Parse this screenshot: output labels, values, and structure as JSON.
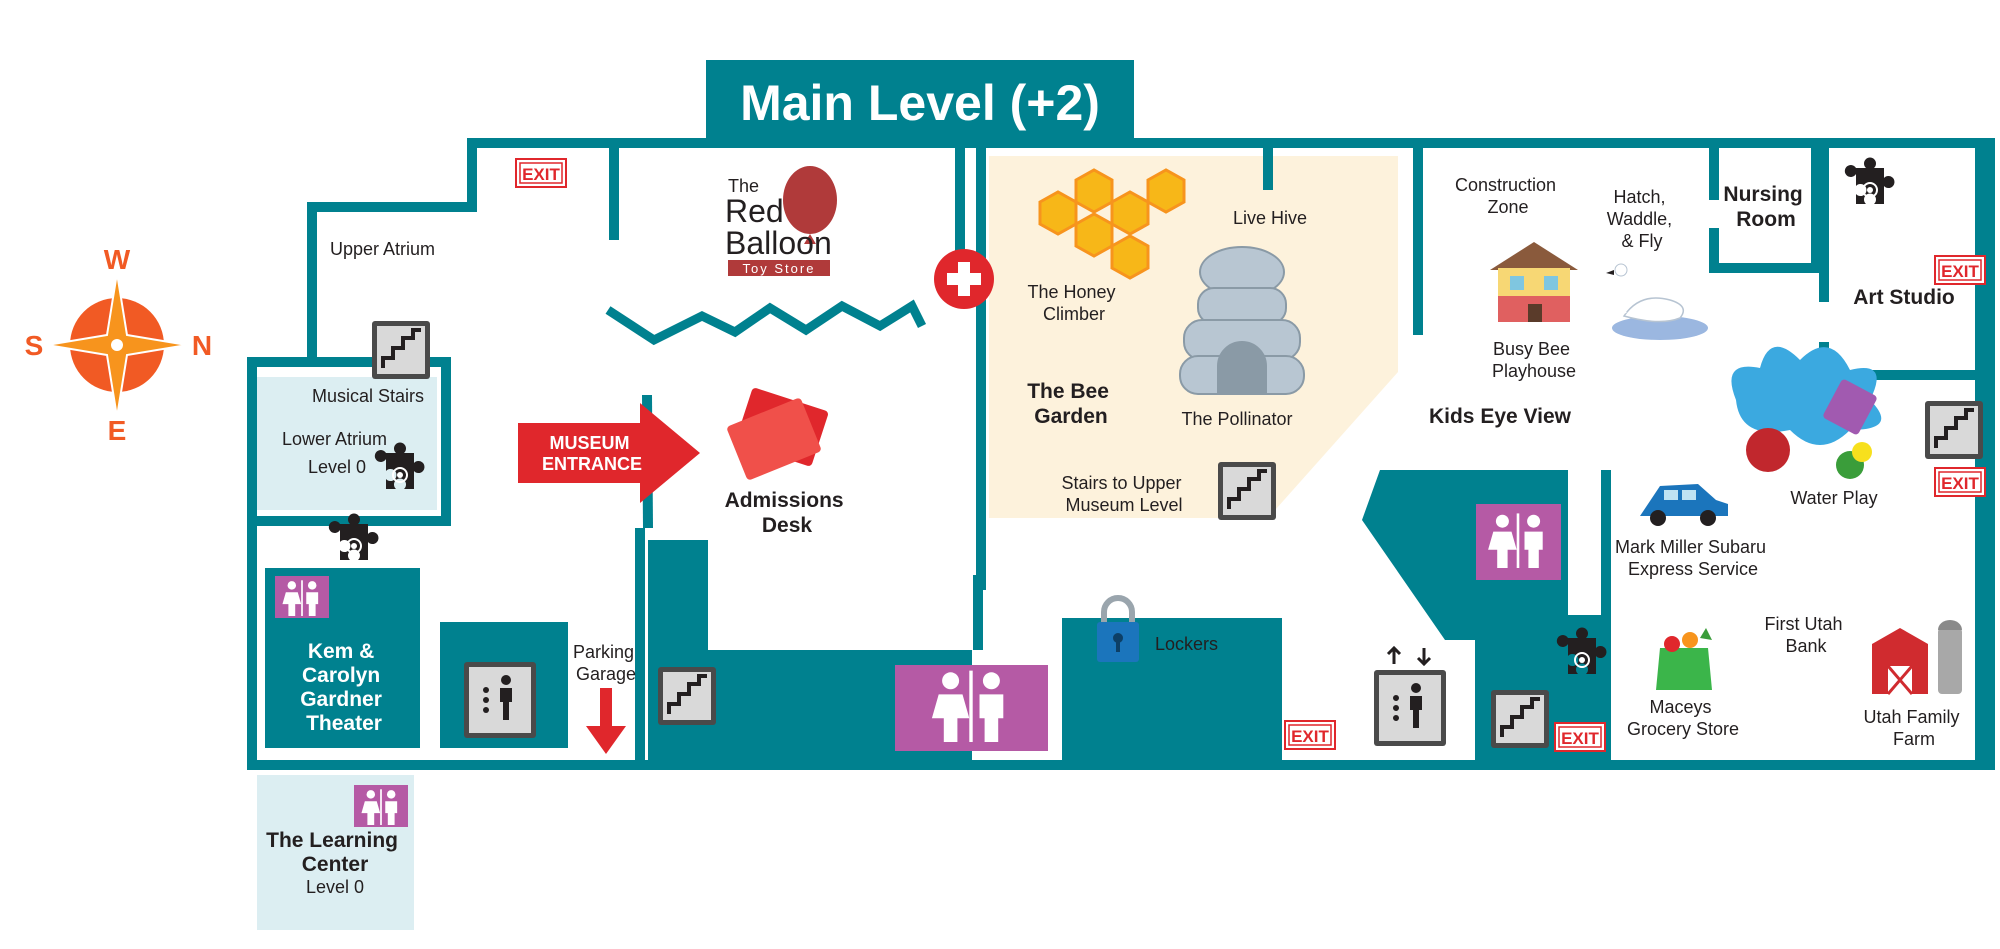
{
  "title": "Main Level (+2)",
  "compass": {
    "north": "N",
    "south": "S",
    "east": "E",
    "west": "W"
  },
  "labels": {
    "upper_atrium": "Upper Atrium",
    "musical_stairs": "Musical Stairs",
    "lower_atrium": "Lower Atrium",
    "lower_atrium_level": "Level 0",
    "theater_1": "Kem &",
    "theater_2": "Carolyn",
    "theater_3": "Gardner",
    "theater_4": "Theater",
    "parking_1": "Parking",
    "parking_2": "Garage",
    "learning_1": "The Learning",
    "learning_2": "Center",
    "learning_level": "Level 0",
    "museum_entrance_1": "MUSEUM",
    "museum_entrance_2": "ENTRANCE",
    "admissions_1": "Admissions",
    "admissions_2": "Desk",
    "honey_1": "The Honey",
    "honey_2": "Climber",
    "live_hive": "Live Hive",
    "bee_garden_1": "The Bee",
    "bee_garden_2": "Garden",
    "pollinator": "The Pollinator",
    "stairs_upper_1": "Stairs to Upper",
    "stairs_upper_2": "Museum Level",
    "lockers": "Lockers",
    "construction_1": "Construction",
    "construction_2": "Zone",
    "hatch_1": "Hatch,",
    "hatch_2": "Waddle,",
    "hatch_3": "& Fly",
    "nursing_1": "Nursing",
    "nursing_2": "Room",
    "art_studio": "Art Studio",
    "busy_bee_1": "Busy Bee",
    "busy_bee_2": "Playhouse",
    "kids_eye_view": "Kids Eye View",
    "water_play": "Water Play",
    "subaru_1": "Mark Miller Subaru",
    "subaru_2": "Express Service",
    "bank_1": "First Utah",
    "bank_2": "Bank",
    "maceys_1": "Maceys",
    "maceys_2": "Grocery Store",
    "farm_1": "Utah Family",
    "farm_2": "Farm",
    "exit": "EXIT"
  },
  "red_balloon": {
    "line1": "The",
    "line2": "Red",
    "line3": "Balloon",
    "tagline": "Toy Store"
  },
  "icons": [
    "compass-icon",
    "stairs-icon",
    "elevator-icon",
    "restroom-icon",
    "autism-puzzle-icon",
    "first-aid-icon",
    "lock-icon",
    "ticket-icon",
    "arrow-icon",
    "balloon-icon",
    "honeycomb-icon",
    "beehive-icon",
    "playhouse-icon",
    "swan-icon",
    "car-icon",
    "grocery-bag-icon",
    "barn-icon",
    "water-splash-icon"
  ],
  "colors": {
    "wall": "#00818f",
    "accent_red": "#e0272c",
    "restroom": "#b55aa5",
    "garden": "#fdf2dc",
    "compass": "#f15a24",
    "atrium": "#dceef2"
  }
}
